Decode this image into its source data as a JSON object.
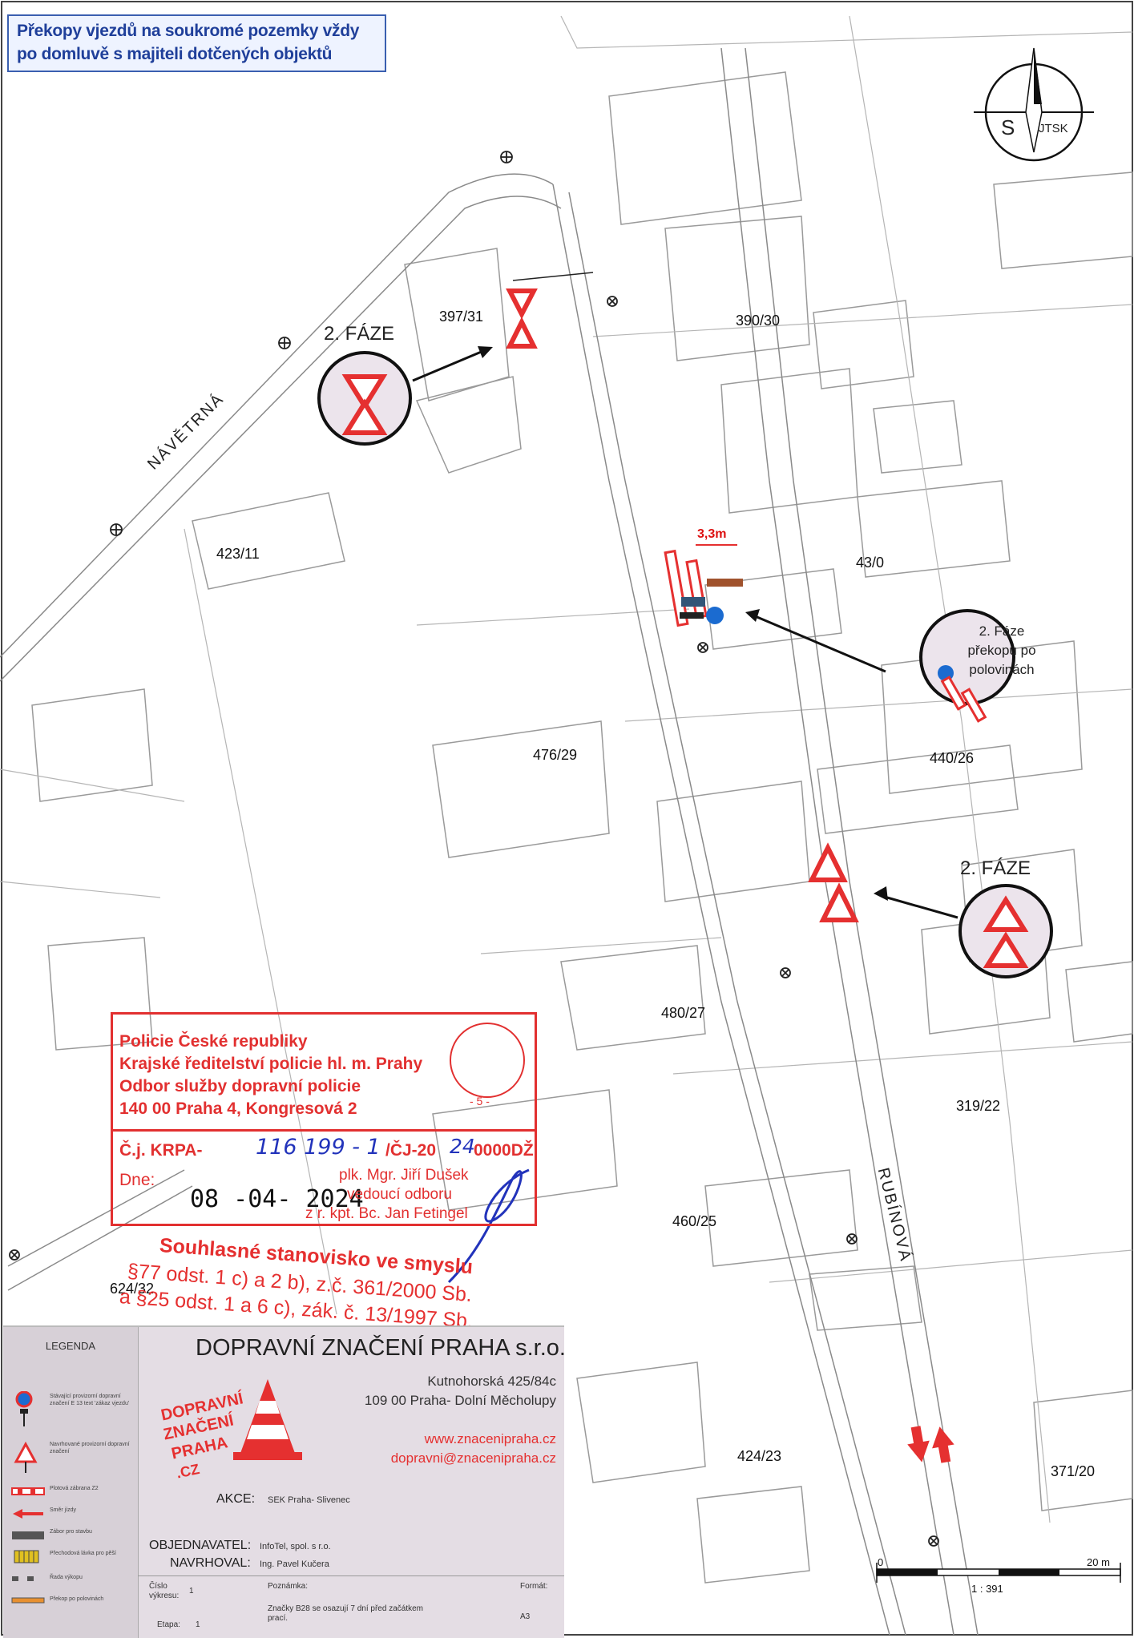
{
  "note": {
    "line1": "Překopy vjezdů na soukromé pozemky vždy",
    "line2": "po domluvě s majiteli dotčených objektů"
  },
  "compass": {
    "letter": "S",
    "system": "JTSK"
  },
  "streets": {
    "navetrna": "NÁVĚTRNÁ",
    "rubinova": "RUBÍNOVÁ"
  },
  "parcels": [
    "397/31",
    "390/30",
    "423/11",
    "43/0",
    "476/29",
    "440/26",
    "480/27",
    "319/22",
    "460/25",
    "624/32",
    "424/23",
    "371/20"
  ],
  "phases": {
    "top": "2. FÁZE",
    "right_title": "2. Fáze",
    "right_line2": "překopu po",
    "right_line3": "polovinách",
    "lower": "2. FÁZE"
  },
  "dimension": "3,3m",
  "stamp": {
    "line1": "Policie České republiky",
    "line2": "Krajské ředitelství policie hl. m. Prahy",
    "line3": "Odbor služby dopravní policie",
    "line4": "140 00 Praha 4, Kongresová 2",
    "seal_number": "- 5 -",
    "cj_prefix": "Č.j. KRPA-",
    "cj_handwritten": "116 199 - 1",
    "cj_mid": "/ČJ-20",
    "cj_year_hand": "24",
    "cj_suffix": "0000DŽ",
    "date_label": "Dne:",
    "date": "08 -04- 2024",
    "signer": "plk. Mgr. Jiří Dušek",
    "signer_role": "vedoucí odboru",
    "signer_for": "z r. kpt. Bc. Jan Fetingel"
  },
  "consent": {
    "line1": "Souhlasné stanovisko ve smyslu",
    "line2": "§77 odst. 1 c) a 2 b), z.č. 361/2000 Sb.",
    "line3": "a §25 odst. 1 a 6 c), zák. č. 13/1997 Sb."
  },
  "title_block": {
    "legend_title": "LEGENDA",
    "legend_items": [
      "Stávající provizorní dopravní značení E 13 text 'zákaz vjezdu'",
      "Navrhované provizorní dopravní značení",
      "Plotová zábrana Z2",
      "Směr jízdy",
      "Zábor pro stavbu",
      "Přechodová lávka pro pěší",
      "Řada výkopu",
      "Překop po polovinách"
    ],
    "company": "DOPRAVNÍ ZNAČENÍ PRAHA s.r.o.",
    "address1": "Kutnohorská 425/84c",
    "address2": "109 00 Praha- Dolní Měcholupy",
    "web": "www.znacenipraha.cz",
    "email": "dopravni@znacenipraha.cz",
    "logo_line1": "DOPRAVNÍ",
    "logo_line2": "ZNAČENÍ",
    "logo_line3": "PRAHA",
    "logo_line4": ".CZ",
    "akce_label": "AKCE:",
    "akce_value": "SEK Praha- Slivenec",
    "objednavatel_label": "OBJEDNAVATEL:",
    "objednavatel_value": "InfoTel, spol. s r.o.",
    "navrhoval_label": "NAVRHOVAL:",
    "navrhoval_value": "Ing. Pavel Kučera",
    "cislo_label": "Číslo výkresu:",
    "cislo_value": "1",
    "poznamka_label": "Poznámka:",
    "poznamka_value": "Značky B28 se osazují 7 dní před začátkem prací.",
    "format_label": "Formát:",
    "format_value": "A3",
    "etapa_label": "Etapa:",
    "etapa_value": "1"
  },
  "scale": {
    "start": "0",
    "end": "20 m",
    "ratio": "1 : 391"
  },
  "colors": {
    "stamp_red": "#e23030",
    "note_blue": "#1f3f9a",
    "handwriting_blue": "#2233bb",
    "phase_circle": "#ece4ec"
  }
}
